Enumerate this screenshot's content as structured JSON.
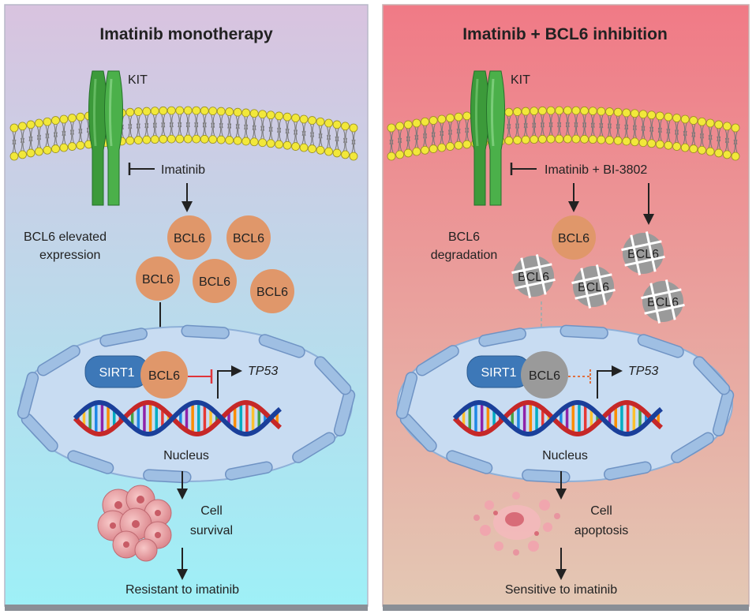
{
  "panels": [
    {
      "title": "Imatinib monotherapy",
      "receptor_label": "KIT",
      "drug_label": "Imatinib",
      "bcl6_state_label_line1": "BCL6 elevated",
      "bcl6_state_label_line2": "expression",
      "protein_label": "BCL6",
      "cofactor_label": "SIRT1",
      "gene_label": "TP53",
      "nucleus_label": "Nucleus",
      "cell_outcome_line1": "Cell",
      "cell_outcome_line2": "survival",
      "final_outcome": "Resistant to imatinib"
    },
    {
      "title": "Imatinib + BCL6 inhibition",
      "receptor_label": "KIT",
      "drug_label": "Imatinib + BI-3802",
      "bcl6_state_label_line1": "BCL6",
      "bcl6_state_label_line2": "degradation",
      "protein_label": "BCL6",
      "cofactor_label": "SIRT1",
      "gene_label": "TP53",
      "nucleus_label": "Nucleus",
      "cell_outcome_line1": "Cell",
      "cell_outcome_line2": "apoptosis",
      "final_outcome": "Sensitive to imatinib"
    }
  ],
  "colors": {
    "left_bg_top": "#d9c3df",
    "left_bg_bottom": "#9ef0f7",
    "right_bg_top": "#f07a86",
    "right_bg_bottom": "#e3c8b4",
    "bcl6_active": "#e0976a",
    "bcl6_degraded": "#9a9a9a",
    "sirt1": "#3d78b8",
    "receptor": "#3c9a3a",
    "lipid_head": "#f2e83a",
    "nucleus_fill": "#c8dcf2",
    "inhibition_red": "#e0353a",
    "inhibition_dashed": "#e07040"
  },
  "icons": [
    "kit-receptor-icon",
    "lipid-bilayer-icon",
    "dna-helix-icon",
    "cell-cluster-icon",
    "apoptotic-cell-icon"
  ]
}
